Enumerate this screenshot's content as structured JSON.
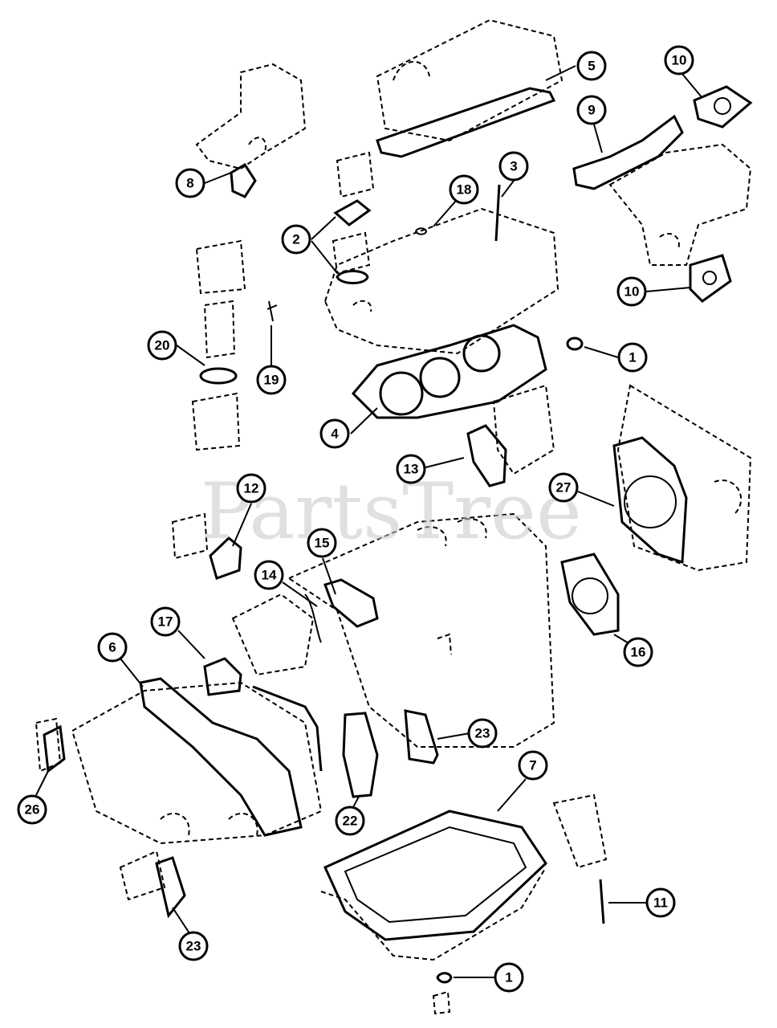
{
  "watermark": "PartsTree",
  "callouts": [
    {
      "id": "c5",
      "label": "5"
    },
    {
      "id": "c10a",
      "label": "10"
    },
    {
      "id": "c9",
      "label": "9"
    },
    {
      "id": "c3",
      "label": "3"
    },
    {
      "id": "c18",
      "label": "18"
    },
    {
      "id": "c8",
      "label": "8"
    },
    {
      "id": "c2",
      "label": "2"
    },
    {
      "id": "c10b",
      "label": "10"
    },
    {
      "id": "c20",
      "label": "20"
    },
    {
      "id": "c19",
      "label": "19"
    },
    {
      "id": "c1a",
      "label": "1"
    },
    {
      "id": "c4",
      "label": "4"
    },
    {
      "id": "c13",
      "label": "13"
    },
    {
      "id": "c27",
      "label": "27"
    },
    {
      "id": "c12",
      "label": "12"
    },
    {
      "id": "c15",
      "label": "15"
    },
    {
      "id": "c14",
      "label": "14"
    },
    {
      "id": "c17",
      "label": "17"
    },
    {
      "id": "c6",
      "label": "6"
    },
    {
      "id": "c16",
      "label": "16"
    },
    {
      "id": "c23a",
      "label": "23"
    },
    {
      "id": "c7",
      "label": "7"
    },
    {
      "id": "c26",
      "label": "26"
    },
    {
      "id": "c22",
      "label": "22"
    },
    {
      "id": "c11",
      "label": "11"
    },
    {
      "id": "c23b",
      "label": "23"
    },
    {
      "id": "c1b",
      "label": "1"
    }
  ]
}
